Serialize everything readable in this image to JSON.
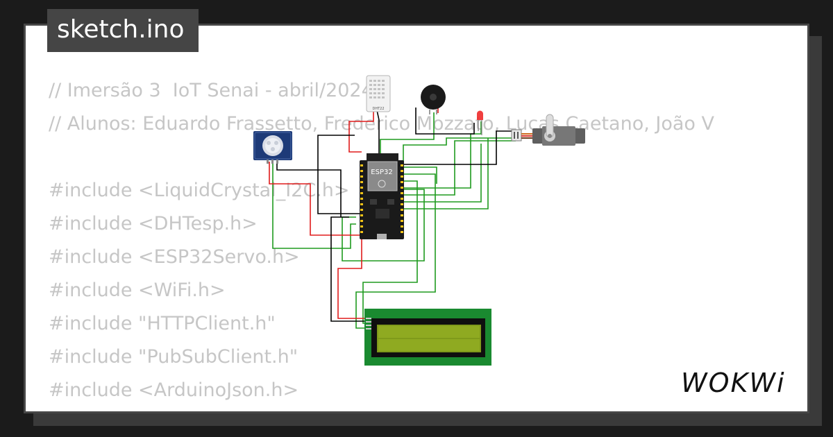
{
  "header": {
    "filename": "sketch.ino"
  },
  "code": {
    "lines": [
      "// Imersão 3  IoT Senai - abril/2024",
      "// Alunos: Eduardo Frassetto, Frederico Mozzato, Lucas Caetano, João V",
      "",
      "#include <LiquidCrystal_I2C.h>",
      "#include <DHTesp.h>",
      "#include <ESP32Servo.h>",
      "#include <WiFi.h>",
      "#include \"HTTPClient.h\"",
      "#include \"PubSubClient.h\"",
      "#include <ArduinoJson.h>"
    ]
  },
  "diagram": {
    "board_label": "ESP32",
    "sensor_label": "DHT22"
  },
  "brand": {
    "logo_text": "WOKWi"
  },
  "colors": {
    "background": "#1b1b1b",
    "card": "#ffffff",
    "code_text": "#c6c6c6",
    "tab": "#454545",
    "wire_green": "#1e9a1e",
    "wire_red": "#e01b1b",
    "wire_black": "#000000",
    "lcd_green": "#1a8a30",
    "lcd_screen": "#7f9a1a"
  }
}
